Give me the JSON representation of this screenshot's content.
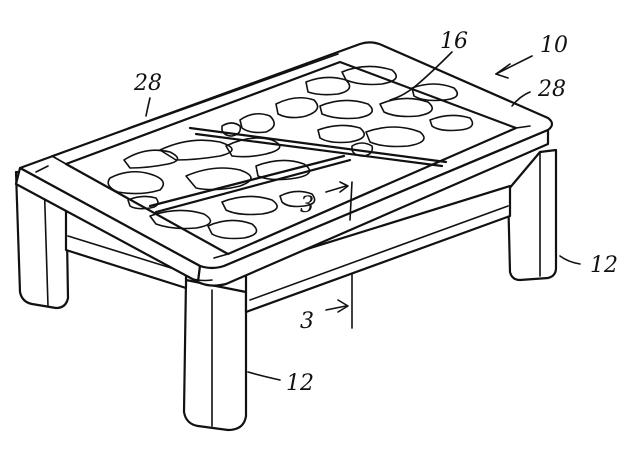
{
  "labels": {
    "ref_10": "10",
    "ref_16": "16",
    "ref_28_left": "28",
    "ref_28_right": "28",
    "ref_12_right": "12",
    "ref_12_bottom": "12",
    "section_3_top": "3",
    "section_3_bottom": "3"
  }
}
